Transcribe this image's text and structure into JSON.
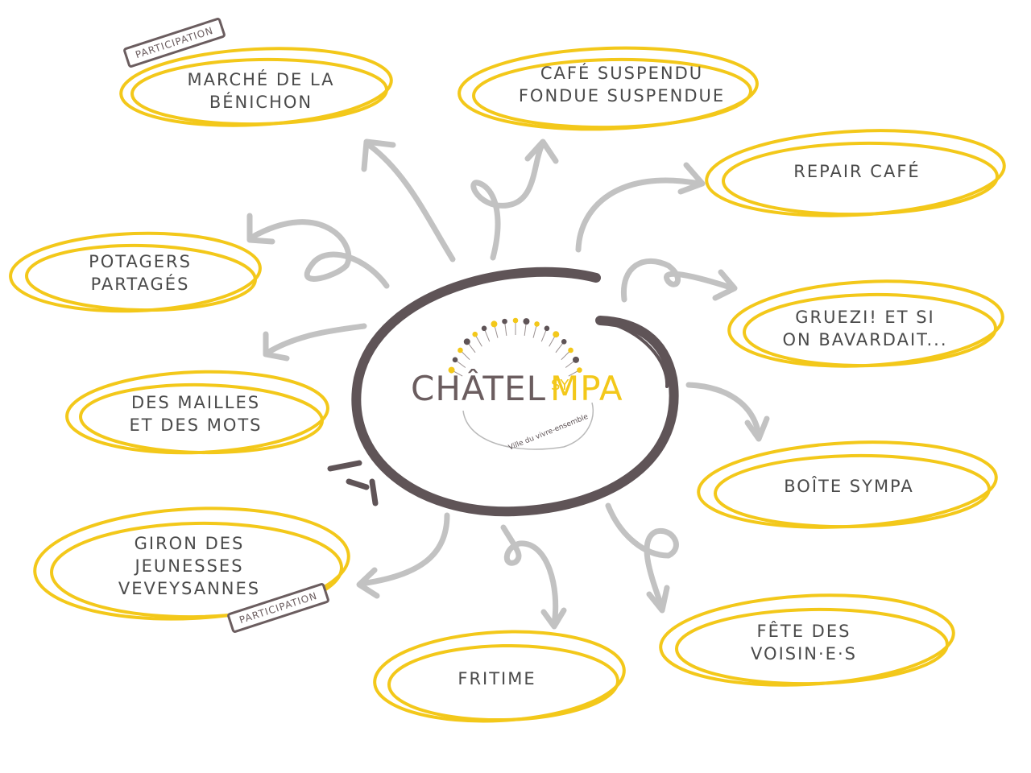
{
  "center": {
    "logo_left": "CHÂTEL",
    "logo_sy": "SY",
    "logo_right": "MPA",
    "tagline": "Ville du vivre-ensemble"
  },
  "nodes": [
    {
      "id": "marche",
      "label": "MARCHÉ DE LA\nBÉNICHON",
      "tag": "PARTICIPATION"
    },
    {
      "id": "cafe",
      "label": "CAFÉ SUSPENDU\nFONDUE SUSPENDUE"
    },
    {
      "id": "repair",
      "label": "REPAIR CAFÉ"
    },
    {
      "id": "potagers",
      "label": "POTAGERS\nPARTAGÉS"
    },
    {
      "id": "gruezi",
      "label": "GRUEZI! ET SI\nON BAVARDAIT..."
    },
    {
      "id": "mailles",
      "label": "DES MAILLES\nET DES MOTS"
    },
    {
      "id": "boite",
      "label": "BOÎTE SYMPA"
    },
    {
      "id": "giron",
      "label": "GIRON DES\nJEUNESSES\nVEVEYSANNES",
      "tag": "PARTICIPATION"
    },
    {
      "id": "fete",
      "label": "FÊTE DES\nVOISIN·E·S"
    },
    {
      "id": "fritime",
      "label": "FRITIME"
    }
  ],
  "colors": {
    "yellow": "#f3c81a",
    "grey_arrow": "#c2c2c2",
    "brown": "#5f5457",
    "text": "#4a4a4a"
  }
}
